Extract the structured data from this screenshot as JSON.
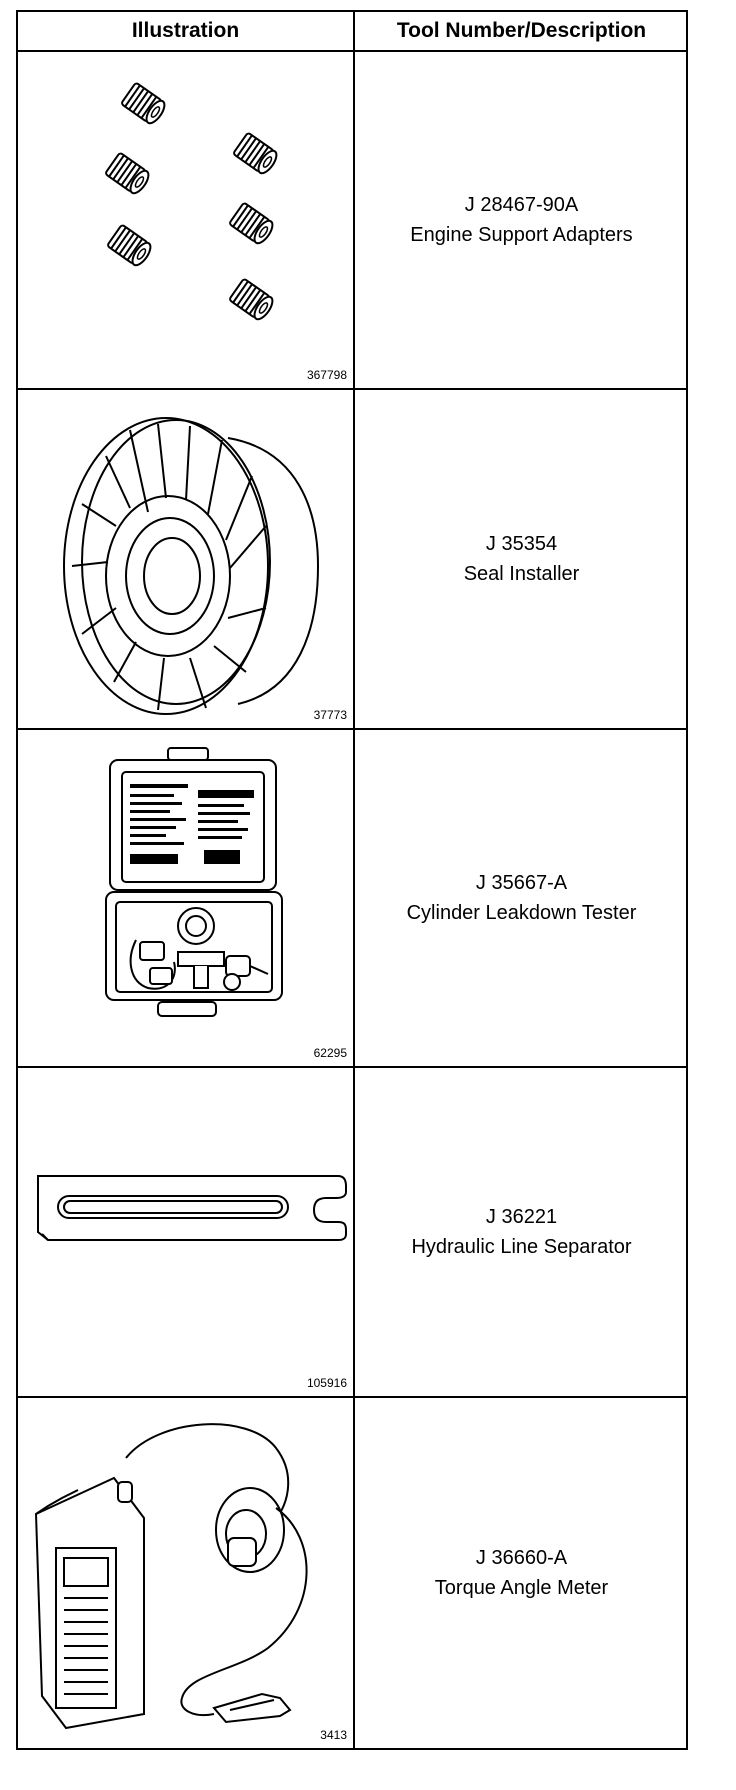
{
  "table": {
    "header": {
      "illustration": "Illustration",
      "tool": "Tool Number/Description"
    },
    "rows": [
      {
        "figure": "367798",
        "number": "J 28467-90A",
        "description": "Engine Support Adapters",
        "icon": "adapter-sleeves-icon"
      },
      {
        "figure": "37773",
        "number": "J 35354",
        "description": "Seal Installer",
        "icon": "seal-installer-icon"
      },
      {
        "figure": "62295",
        "number": "J 35667-A",
        "description": "Cylinder Leakdown Tester",
        "icon": "leakdown-tester-case-icon"
      },
      {
        "figure": "105916",
        "number": "J 36221",
        "description": "Hydraulic Line Separator",
        "icon": "line-separator-tool-icon"
      },
      {
        "figure": "3413",
        "number": "J 36660-A",
        "description": "Torque Angle Meter",
        "icon": "torque-angle-meter-icon"
      }
    ]
  }
}
